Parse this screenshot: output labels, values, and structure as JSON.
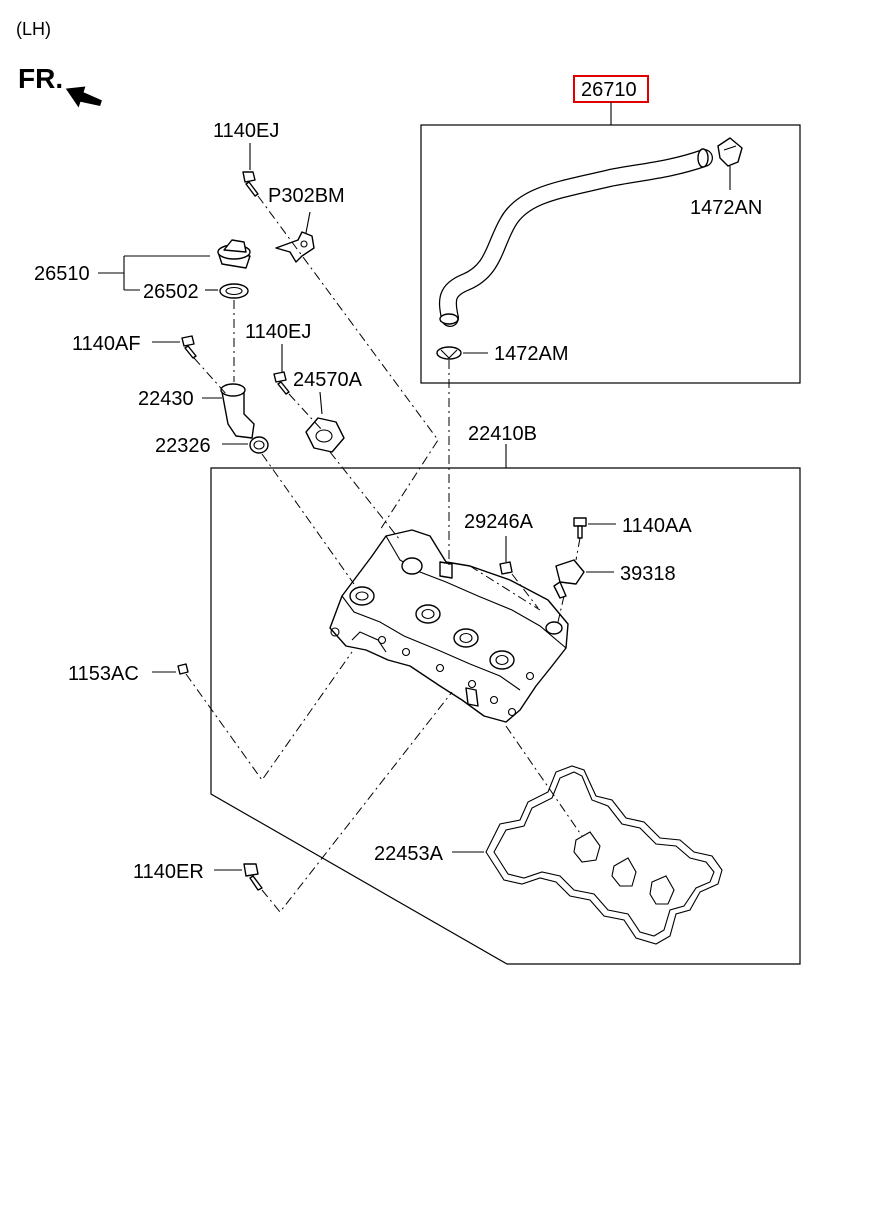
{
  "header": {
    "side_label": "(LH)",
    "direction_label": "FR."
  },
  "highlight_color": "#e00000",
  "labels": {
    "p26710": "26710",
    "p1472AN": "1472AN",
    "p1472AM": "1472AM",
    "p1140EJ_top": "1140EJ",
    "pP302BM": "P302BM",
    "p26510": "26510",
    "p26502": "26502",
    "p1140AF": "1140AF",
    "p1140EJ_mid": "1140EJ",
    "p24570A": "24570A",
    "p22430": "22430",
    "p22326": "22326",
    "p22410B": "22410B",
    "p29246A": "29246A",
    "p1140AA": "1140AA",
    "p39318": "39318",
    "p1153AC": "1153AC",
    "p22453A": "22453A",
    "p1140ER": "1140ER"
  }
}
